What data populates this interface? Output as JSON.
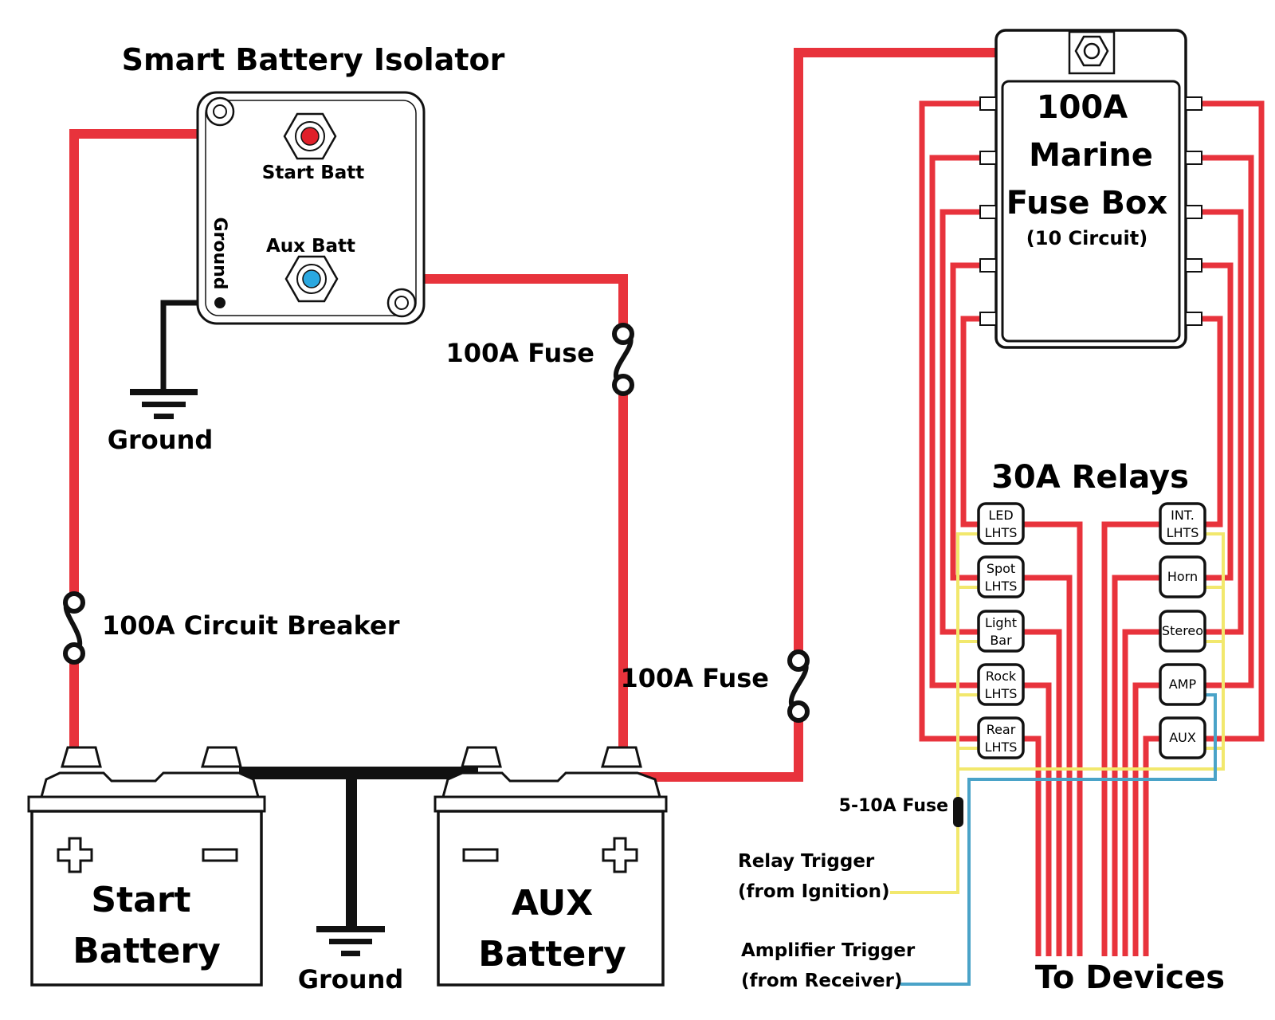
{
  "isolator": {
    "title": "Smart Battery Isolator",
    "start_terminal": "Start Batt",
    "aux_terminal": "Aux Batt",
    "ground_terminal": "Ground"
  },
  "isolator_ground": {
    "label": "Ground"
  },
  "circuit_breaker": {
    "label": "100A Circuit Breaker"
  },
  "fuse_aux_isolator": {
    "label": "100A Fuse"
  },
  "fuse_aux_fusebox": {
    "label": "100A Fuse"
  },
  "fuse_box": {
    "line1": "100A",
    "line2": "Marine",
    "line3": "Fuse Box",
    "line4": "(10 Circuit)"
  },
  "relays": {
    "title": "30A Relays",
    "left": [
      {
        "line1": "LED",
        "line2": "LHTS"
      },
      {
        "line1": "Spot",
        "line2": "LHTS"
      },
      {
        "line1": "Light",
        "line2": "Bar"
      },
      {
        "line1": "Rock",
        "line2": "LHTS"
      },
      {
        "line1": "Rear",
        "line2": "LHTS"
      }
    ],
    "right": [
      {
        "line1": "INT.",
        "line2": "LHTS"
      },
      {
        "line1": "Horn",
        "line2": ""
      },
      {
        "line1": "Stereo",
        "line2": ""
      },
      {
        "line1": "AMP",
        "line2": ""
      },
      {
        "line1": "AUX",
        "line2": ""
      }
    ]
  },
  "trigger_fuse": {
    "label": "5-10A Fuse"
  },
  "relay_trigger": {
    "line1": "Relay Trigger",
    "line2": "(from Ignition)"
  },
  "amp_trigger": {
    "line1": "Amplifier Trigger",
    "line2": "(from Receiver)"
  },
  "to_devices": {
    "label": "To Devices"
  },
  "start_battery": {
    "line1": "Start",
    "line2": "Battery"
  },
  "aux_battery": {
    "line1": "AUX",
    "line2": "Battery"
  },
  "battery_ground": {
    "label": "Ground"
  },
  "colors": {
    "positive_wire": "#e8333c",
    "ground_wire": "#111111",
    "ignition_trigger_wire": "#f2e86d",
    "amplifier_trigger_wire": "#4aa3c8",
    "start_terminal": "#e0202a",
    "aux_terminal": "#2aa8e0"
  }
}
